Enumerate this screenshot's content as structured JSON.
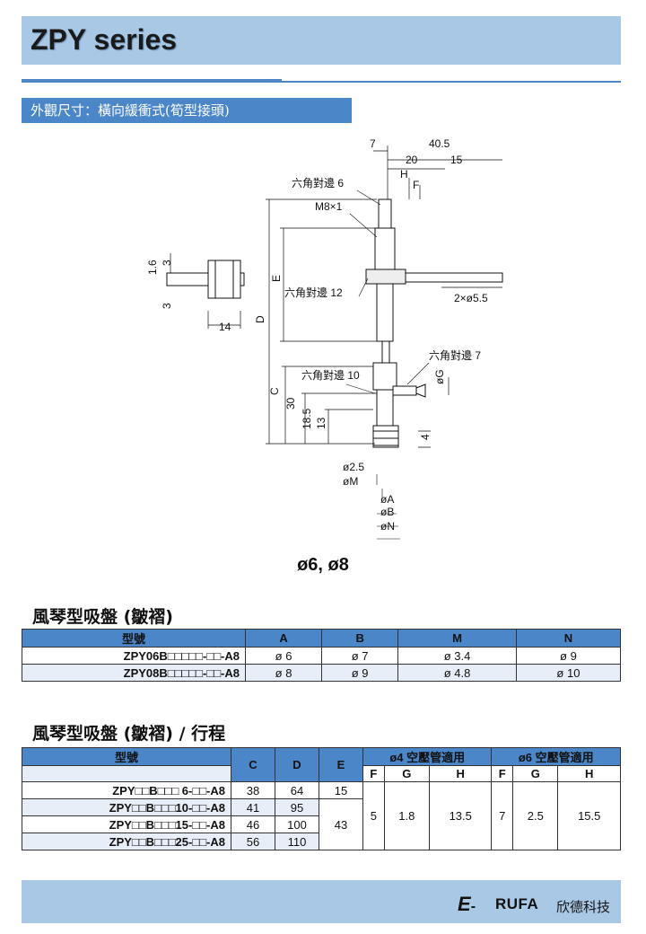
{
  "header": {
    "title": "ZPY series"
  },
  "section": {
    "label": "外觀尺寸：橫向緩衝式(筍型接頭)"
  },
  "drawing": {
    "labels": {
      "hex6": "六角對邊 6",
      "m8": "M8×1",
      "hex12": "六角對邊 12",
      "hex7": "六角對邊 7",
      "hex10": "六角對邊 10",
      "port": "2×ø5.5",
      "d25": "ø2.5",
      "dM": "øM",
      "dA": "øA",
      "dB": "øB",
      "dN": "øN",
      "dG": "øG",
      "dim7": "7",
      "dim405": "40.5",
      "dim20": "20",
      "dim15": "15",
      "dimH": "H",
      "dimF": "F",
      "dim16": "1.6",
      "dim3a": "3",
      "dim3b": "3",
      "dim14": "14",
      "dimD": "D",
      "dimE": "E",
      "dimC": "C",
      "dim30": "30",
      "dim185": "18.5",
      "dim13": "13",
      "dim4": "4"
    }
  },
  "caption": "ø6, ø8",
  "table1": {
    "title": "風琴型吸盤 (皺褶)",
    "headers": [
      "型號",
      "A",
      "B",
      "M",
      "N"
    ],
    "rows": [
      [
        "ZPY06B□□□□□-□□-A8",
        "ø 6",
        "ø 7",
        "ø 3.4",
        "ø 9"
      ],
      [
        "ZPY08B□□□□□-□□-A8",
        "ø 8",
        "ø 9",
        "ø 4.8",
        "ø 10"
      ]
    ]
  },
  "table2": {
    "title": "風琴型吸盤 (皺褶) / 行程",
    "h_model": "型號",
    "h_c": "C",
    "h_d": "D",
    "h_e": "E",
    "group1": "ø4 空壓管適用",
    "group2": "ø6 空壓管適用",
    "sub": [
      "F",
      "G",
      "H",
      "F",
      "G",
      "H"
    ],
    "rows": [
      {
        "model": "ZPY□□B□□□ 6-□□-A8",
        "c": "38",
        "d": "64"
      },
      {
        "model": "ZPY□□B□□□10-□□-A8",
        "c": "41",
        "d": "95"
      },
      {
        "model": "ZPY□□B□□□15-□□-A8",
        "c": "46",
        "d": "100"
      },
      {
        "model": "ZPY□□B□□□25-□□-A8",
        "c": "56",
        "d": "110"
      }
    ],
    "e_first": "15",
    "e_rest": "43",
    "f4": "5",
    "g4": "1.8",
    "h4": "13.5",
    "f6": "7",
    "g6": "2.5",
    "h6": "15.5"
  },
  "footer": {
    "logo_e": "E",
    "logo_dash": "-",
    "rufa": "RUFA",
    "company": "欣德科技"
  }
}
